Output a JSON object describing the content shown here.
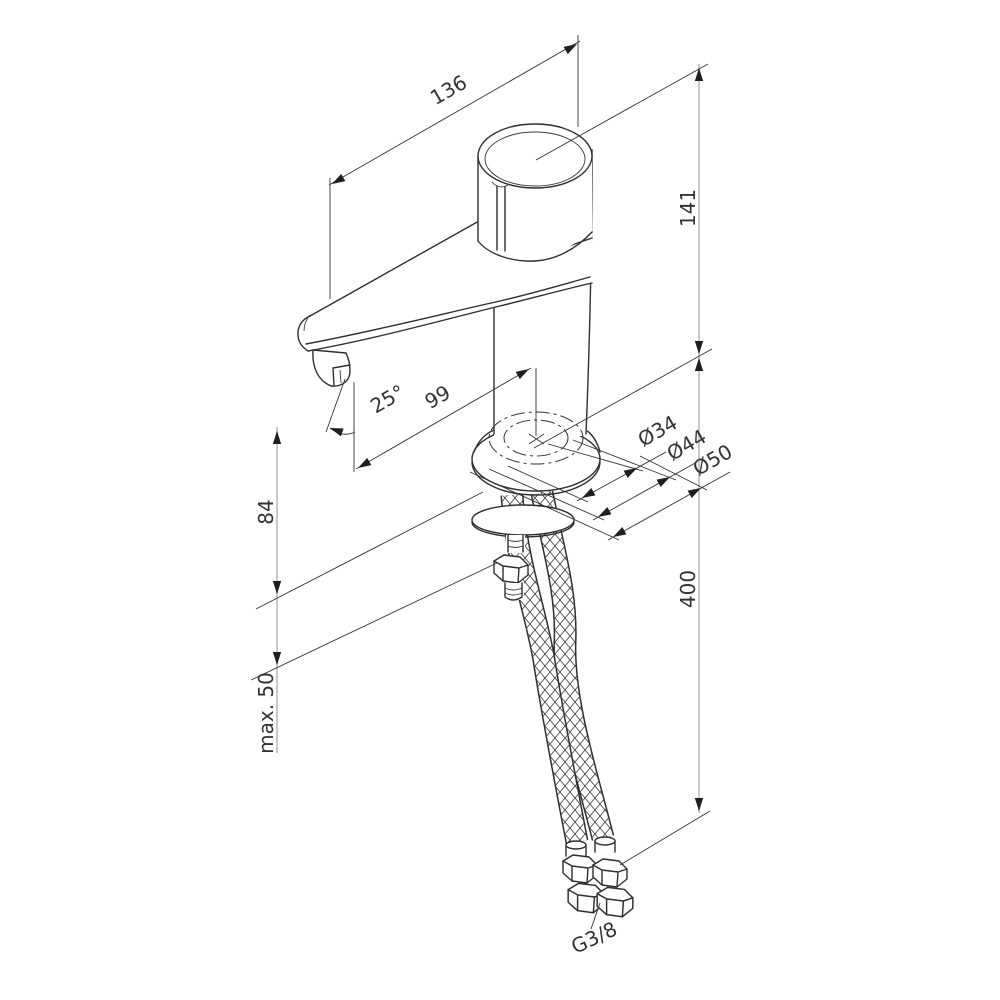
{
  "type": "technical-dimension-drawing",
  "description": "isometric line drawing of a single-hole basin faucet with flexible supply hoses and dimension callouts",
  "colors": {
    "background": "#ffffff",
    "part_line": "#2f2f2f",
    "dimension_line": "#333333",
    "dimension_rail_gray": "#c9c9c9",
    "text": "#333333"
  },
  "labels": {
    "d136": "136",
    "d141": "141",
    "d99": "99",
    "a25": "25°",
    "dia34": "Ø34",
    "dia44": "Ø44",
    "dia50": "Ø50",
    "d84": "84",
    "max50": "max. 50",
    "d400": "400",
    "thread": "G3/8"
  }
}
